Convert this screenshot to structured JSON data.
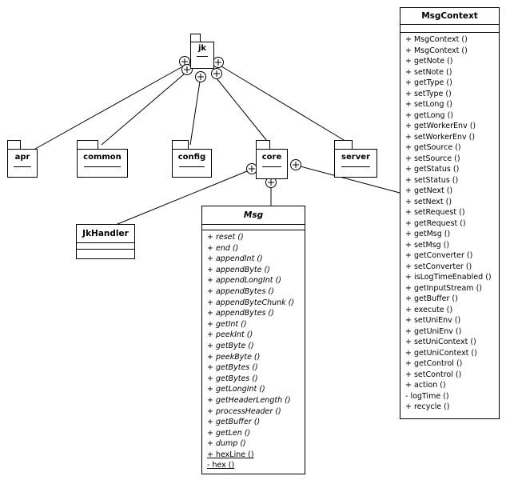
{
  "packages": {
    "jk": "jk",
    "apr": "apr",
    "common": "common",
    "config": "config",
    "core": "core",
    "server": "server"
  },
  "jk_handler": {
    "name": "JkHandler"
  },
  "msg": {
    "name": "Msg",
    "operations": [
      "+ reset ()",
      "+ end ()",
      "+ appendInt ()",
      "+ appendByte ()",
      "+ appendLongInt ()",
      "+ appendBytes ()",
      "+ appendByteChunk ()",
      "+ appendBytes ()",
      "+ getInt ()",
      "+ peekInt ()",
      "+ getByte ()",
      "+ peekByte ()",
      "+ getBytes ()",
      "+ getBytes ()",
      "+ getLongInt ()",
      "+ getHeaderLength ()",
      "+ processHeader ()",
      "+ getBuffer ()",
      "+ getLen ()",
      "+ dump ()",
      "+ hexLine ()",
      "- hex ()"
    ],
    "static_operations": [
      "+ hexLine ()",
      "- hex ()"
    ]
  },
  "msg_context": {
    "name": "MsgContext",
    "operations": [
      "+ MsgContext ()",
      "+ MsgContext ()",
      "+ getNote ()",
      "+ setNote ()",
      "+ getType ()",
      "+ setType ()",
      "+ setLong ()",
      "+ getLong ()",
      "+ getWorkerEnv ()",
      "+ setWorkerEnv ()",
      "+ getSource ()",
      "+ setSource ()",
      "+ getStatus ()",
      "+ setStatus ()",
      "+ getNext ()",
      "+ setNext ()",
      "+ setRequest ()",
      "+ getRequest ()",
      "+ getMsg ()",
      "+ setMsg ()",
      "+ getConverter ()",
      "+ setConverter ()",
      "+ isLogTimeEnabled ()",
      "+ getInputStream ()",
      "+ getBuffer ()",
      "+ execute ()",
      "+ setUniEnv ()",
      "+ getUniEnv ()",
      "+ setUniContext ()",
      "+ getUniContext ()",
      "+ getControl ()",
      "+ setControl ()",
      "+ action ()",
      "- logTime ()",
      "+ recycle ()"
    ]
  },
  "symbols": {
    "containment": "+"
  }
}
